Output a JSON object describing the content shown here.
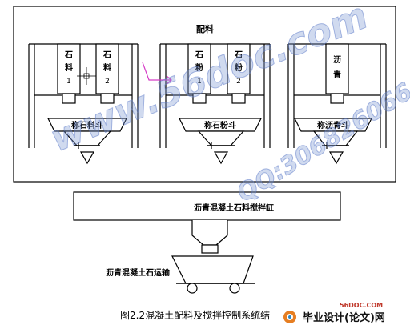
{
  "diagram": {
    "batching_title": "配料",
    "bins": [
      {
        "label_top": "石",
        "label_mid": "料",
        "label_num": "1"
      },
      {
        "label_top": "石",
        "label_mid": "料",
        "label_num": "2"
      },
      {
        "label_top": "石",
        "label_mid": "粉",
        "label_num": "1"
      },
      {
        "label_top": "石",
        "label_mid": "粉",
        "label_num": "2"
      },
      {
        "label_top": "沥",
        "label_mid": "青",
        "label_num": ""
      }
    ],
    "hoppers": [
      "称石料斗",
      "称石粉斗",
      "称沥青斗"
    ],
    "mixer_label": "沥青混凝土石料搅拌缸",
    "transport_label": "沥青混凝土石运输"
  },
  "caption": "图2.2混凝土配料及搅拌控制系统结",
  "brand": {
    "site": "56DOC.COM",
    "name": "毕业设计(论文)网"
  },
  "watermarks": {
    "site": "www.56doc.com",
    "qq": "QQ:306826066"
  }
}
